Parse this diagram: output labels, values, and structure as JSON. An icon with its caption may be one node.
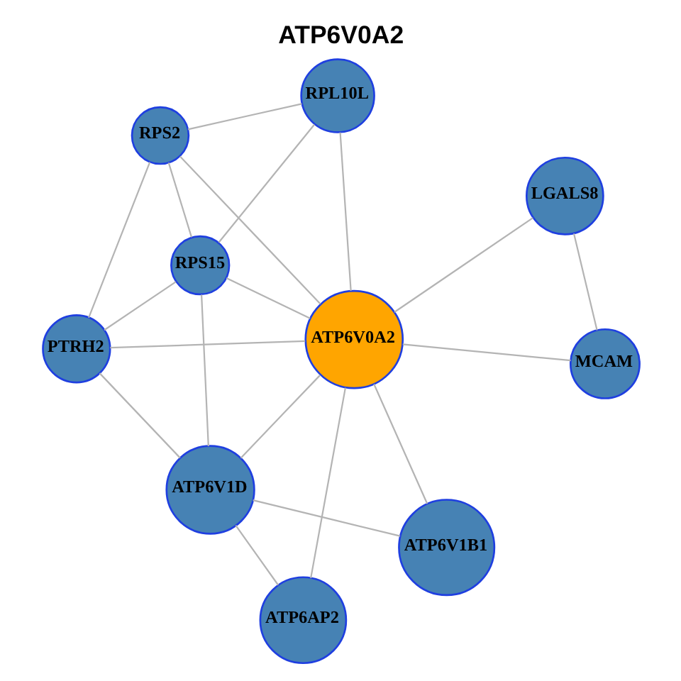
{
  "diagram": {
    "title": "ATP6V0A2",
    "nodes": [
      {
        "text": [
          "LGALS8"
        ]
      },
      {
        "text": [
          "MCAM"
        ]
      },
      {
        "text": [
          "ATP6V1B1"
        ]
      },
      {
        "text": [
          "ATP6V0A2"
        ]
      },
      {
        "text": [
          "RPL10L"
        ]
      },
      {
        "text": [
          "ATP6AP2"
        ]
      },
      {
        "text": [
          "ATP6V1D"
        ]
      },
      {
        "text": [
          "RPS15"
        ]
      },
      {
        "text": [
          "RPS2"
        ]
      },
      {
        "text": [
          "PTRH2"
        ]
      }
    ],
    "edges": [
      {
        "from": 1,
        "to": 0,
        "arrow": "none"
      },
      {
        "from": 1,
        "to": 3,
        "arrow": "none"
      },
      {
        "from": 0,
        "to": 3,
        "arrow": "none"
      },
      {
        "from": 3,
        "to": 2,
        "arrow": "none"
      },
      {
        "from": 2,
        "to": 6,
        "arrow": "none"
      },
      {
        "from": 3,
        "to": 4,
        "arrow": "none"
      },
      {
        "from": 3,
        "to": 7,
        "arrow": "none"
      },
      {
        "from": 3,
        "to": 8,
        "arrow": "none"
      },
      {
        "from": 3,
        "to": 9,
        "arrow": "none"
      },
      {
        "from": 3,
        "to": 6,
        "arrow": "none"
      },
      {
        "from": 3,
        "to": 5,
        "arrow": "none"
      },
      {
        "from": 4,
        "to": 7,
        "arrow": "none"
      },
      {
        "from": 4,
        "to": 8,
        "arrow": "none"
      },
      {
        "from": 7,
        "to": 8,
        "arrow": "none"
      },
      {
        "from": 7,
        "to": 9,
        "arrow": "none"
      },
      {
        "from": 7,
        "to": 6,
        "arrow": "none"
      },
      {
        "from": 6,
        "to": 5,
        "arrow": "none"
      },
      {
        "from": 6,
        "to": 9,
        "arrow": "none"
      },
      {
        "from": 8,
        "to": 9,
        "arrow": "none"
      }
    ]
  }
}
